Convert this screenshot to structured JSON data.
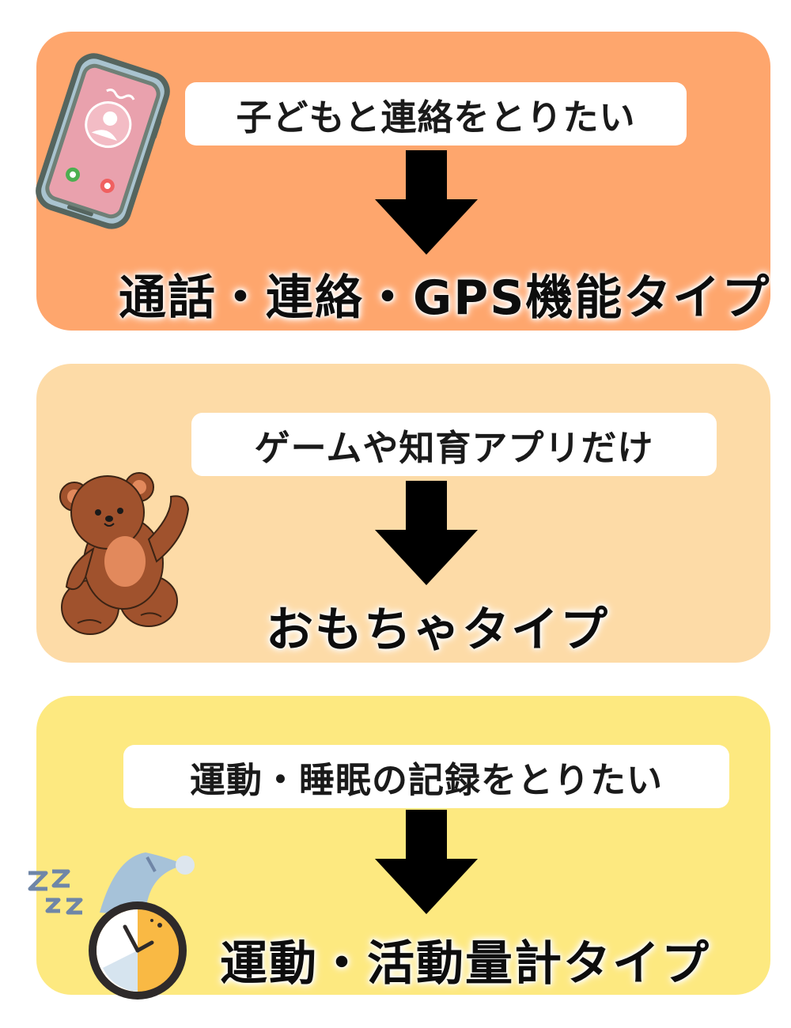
{
  "items": [
    {
      "need": "子どもと連絡をとりたい",
      "result": "通話・連絡・GPS機能タイプ",
      "color": "#fea66d",
      "icon": "smartphone-icon"
    },
    {
      "need": "ゲームや知育アプリだけ",
      "result": "おもちゃタイプ",
      "color": "#fddba7",
      "icon": "teddy-bear-icon"
    },
    {
      "need": "運動・睡眠の記録をとりたい",
      "result": "運動・活動量計タイプ",
      "color": "#fde980",
      "icon": "sleeping-clock-icon"
    }
  ]
}
